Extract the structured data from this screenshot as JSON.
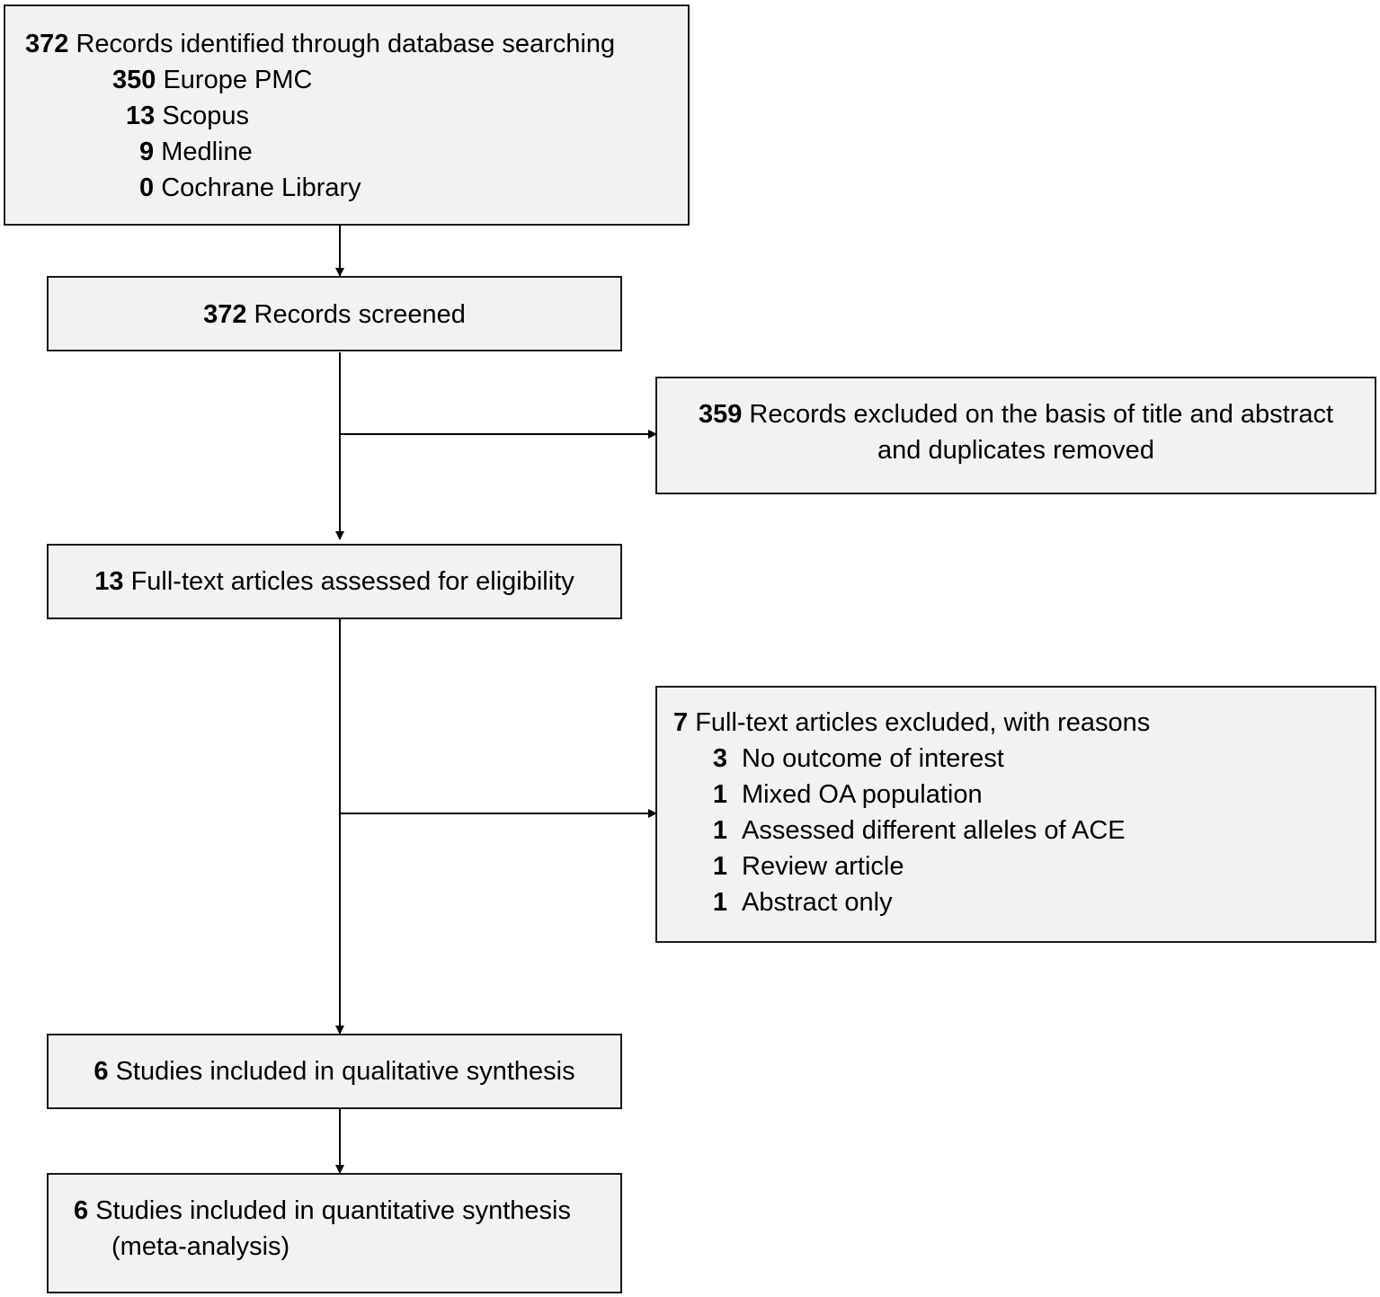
{
  "identification": {
    "total_count": "372",
    "total_label": "Records identified through database searching",
    "sources": [
      {
        "count": "350",
        "label": "Europe PMC"
      },
      {
        "count": "13",
        "label": "Scopus"
      },
      {
        "count": "9",
        "label": "Medline"
      },
      {
        "count": "0",
        "label": "Cochrane Library"
      }
    ]
  },
  "screened": {
    "count": "372",
    "label": "Records screened"
  },
  "excluded_screening": {
    "count": "359",
    "label_line1": "Records excluded on the basis of title and abstract",
    "label_line2": "and duplicates removed"
  },
  "eligibility": {
    "count": "13",
    "label": "Full-text articles assessed for eligibility"
  },
  "excluded_fulltext": {
    "count": "7",
    "label": "Full-text articles excluded, with reasons",
    "reasons": [
      {
        "count": "3",
        "label": "No outcome of interest"
      },
      {
        "count": "1",
        "label": "Mixed OA population"
      },
      {
        "count": "1",
        "label": "Assessed different alleles of ACE"
      },
      {
        "count": "1",
        "label": "Review article"
      },
      {
        "count": "1",
        "label": "Abstract only"
      }
    ]
  },
  "qualitative": {
    "count": "6",
    "label": "Studies included in qualitative synthesis"
  },
  "quantitative": {
    "count": "6",
    "label_line1": "Studies included in quantitative synthesis",
    "label_line2": "(meta-analysis)"
  }
}
